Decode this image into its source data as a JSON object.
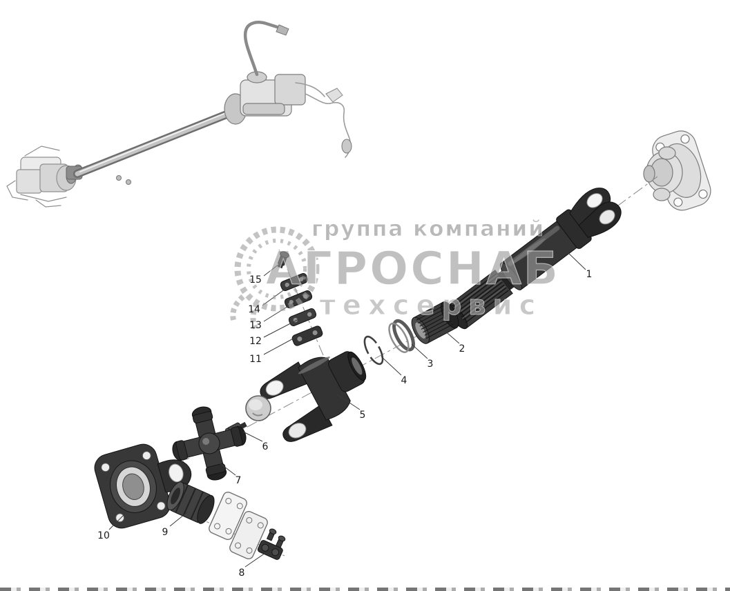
{
  "watermark": {
    "line1": "группа компаний",
    "line2": "АГРОСНАБ",
    "line3": "техсервис"
  },
  "callouts": [
    "1",
    "2",
    "3",
    "4",
    "5",
    "6",
    "7",
    "8",
    "9",
    "10",
    "11",
    "12",
    "13",
    "14",
    "15"
  ],
  "colors": {
    "part_dark": "#343434",
    "line_art_gray": "#8f8f8f",
    "watermark_gray": "#9b9b9b",
    "background": "#ffffff"
  }
}
